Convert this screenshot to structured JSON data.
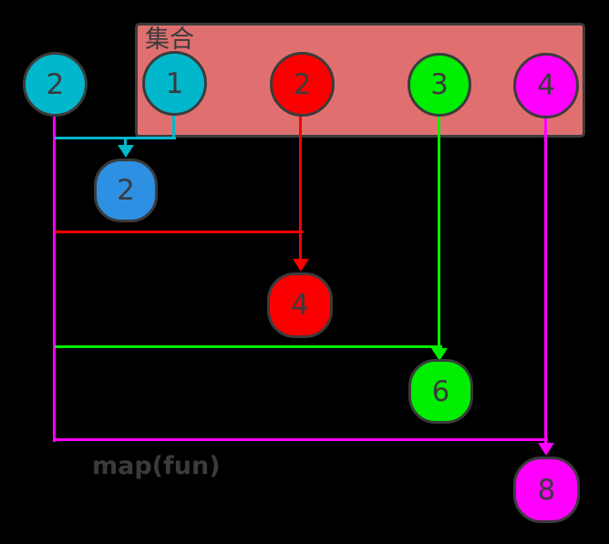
{
  "background_color": "#000000",
  "colors": {
    "cyan": "#00b7cc",
    "blue": "#2e90e2",
    "red": "#fb0000",
    "green": "#00ef00",
    "magenta": "#ff00ff",
    "set_fill": "#e07070",
    "outline": "#3b3b3b",
    "text": "#3b3b3b"
  },
  "set": {
    "label": "集合",
    "elements": [
      {
        "value": "1",
        "color": "cyan"
      },
      {
        "value": "2",
        "color": "red"
      },
      {
        "value": "3",
        "color": "green"
      },
      {
        "value": "4",
        "color": "magenta"
      }
    ]
  },
  "multiplier": {
    "value": "2",
    "color": "cyan"
  },
  "results": [
    {
      "value": "2",
      "color": "blue"
    },
    {
      "value": "4",
      "color": "red"
    },
    {
      "value": "6",
      "color": "green"
    },
    {
      "value": "8",
      "color": "magenta"
    }
  ],
  "map_label": "map(fun)"
}
